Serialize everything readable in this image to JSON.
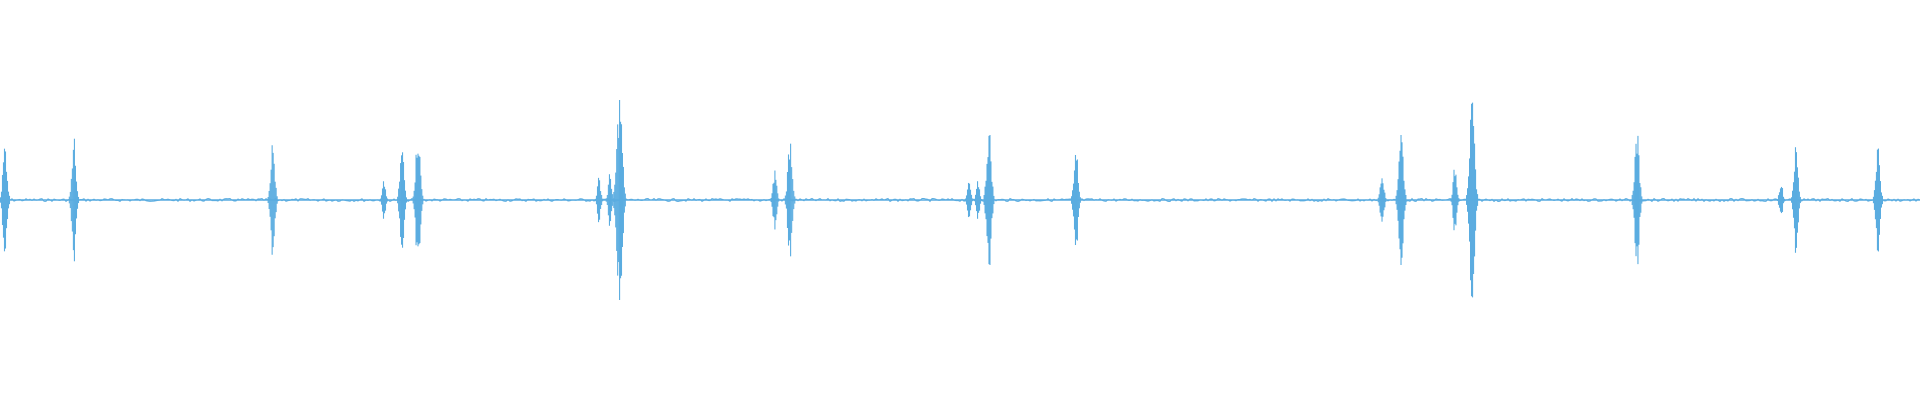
{
  "waveform": {
    "color": "#5aace0",
    "background": "#ffffff",
    "bursts": [
      {
        "t": 0.0026,
        "amp": 0.3
      },
      {
        "t": 0.0385,
        "amp": 0.32
      },
      {
        "t": 0.142,
        "amp": 0.3
      },
      {
        "t": 0.2,
        "amp": 0.1
      },
      {
        "t": 0.2094,
        "amp": 0.28
      },
      {
        "t": 0.2177,
        "amp": 0.36
      },
      {
        "t": 0.312,
        "amp": 0.12
      },
      {
        "t": 0.3177,
        "amp": 0.14
      },
      {
        "t": 0.3227,
        "amp": 0.55
      },
      {
        "t": 0.4036,
        "amp": 0.16
      },
      {
        "t": 0.4115,
        "amp": 0.34
      },
      {
        "t": 0.5047,
        "amp": 0.1
      },
      {
        "t": 0.5094,
        "amp": 0.1
      },
      {
        "t": 0.5151,
        "amp": 0.38
      },
      {
        "t": 0.5604,
        "amp": 0.28
      },
      {
        "t": 0.7198,
        "amp": 0.16
      },
      {
        "t": 0.7297,
        "amp": 0.38
      },
      {
        "t": 0.7578,
        "amp": 0.18
      },
      {
        "t": 0.7667,
        "amp": 0.5
      },
      {
        "t": 0.8526,
        "amp": 0.36
      },
      {
        "t": 0.9276,
        "amp": 0.1
      },
      {
        "t": 0.9354,
        "amp": 0.28
      },
      {
        "t": 0.9781,
        "amp": 0.3
      }
    ]
  }
}
